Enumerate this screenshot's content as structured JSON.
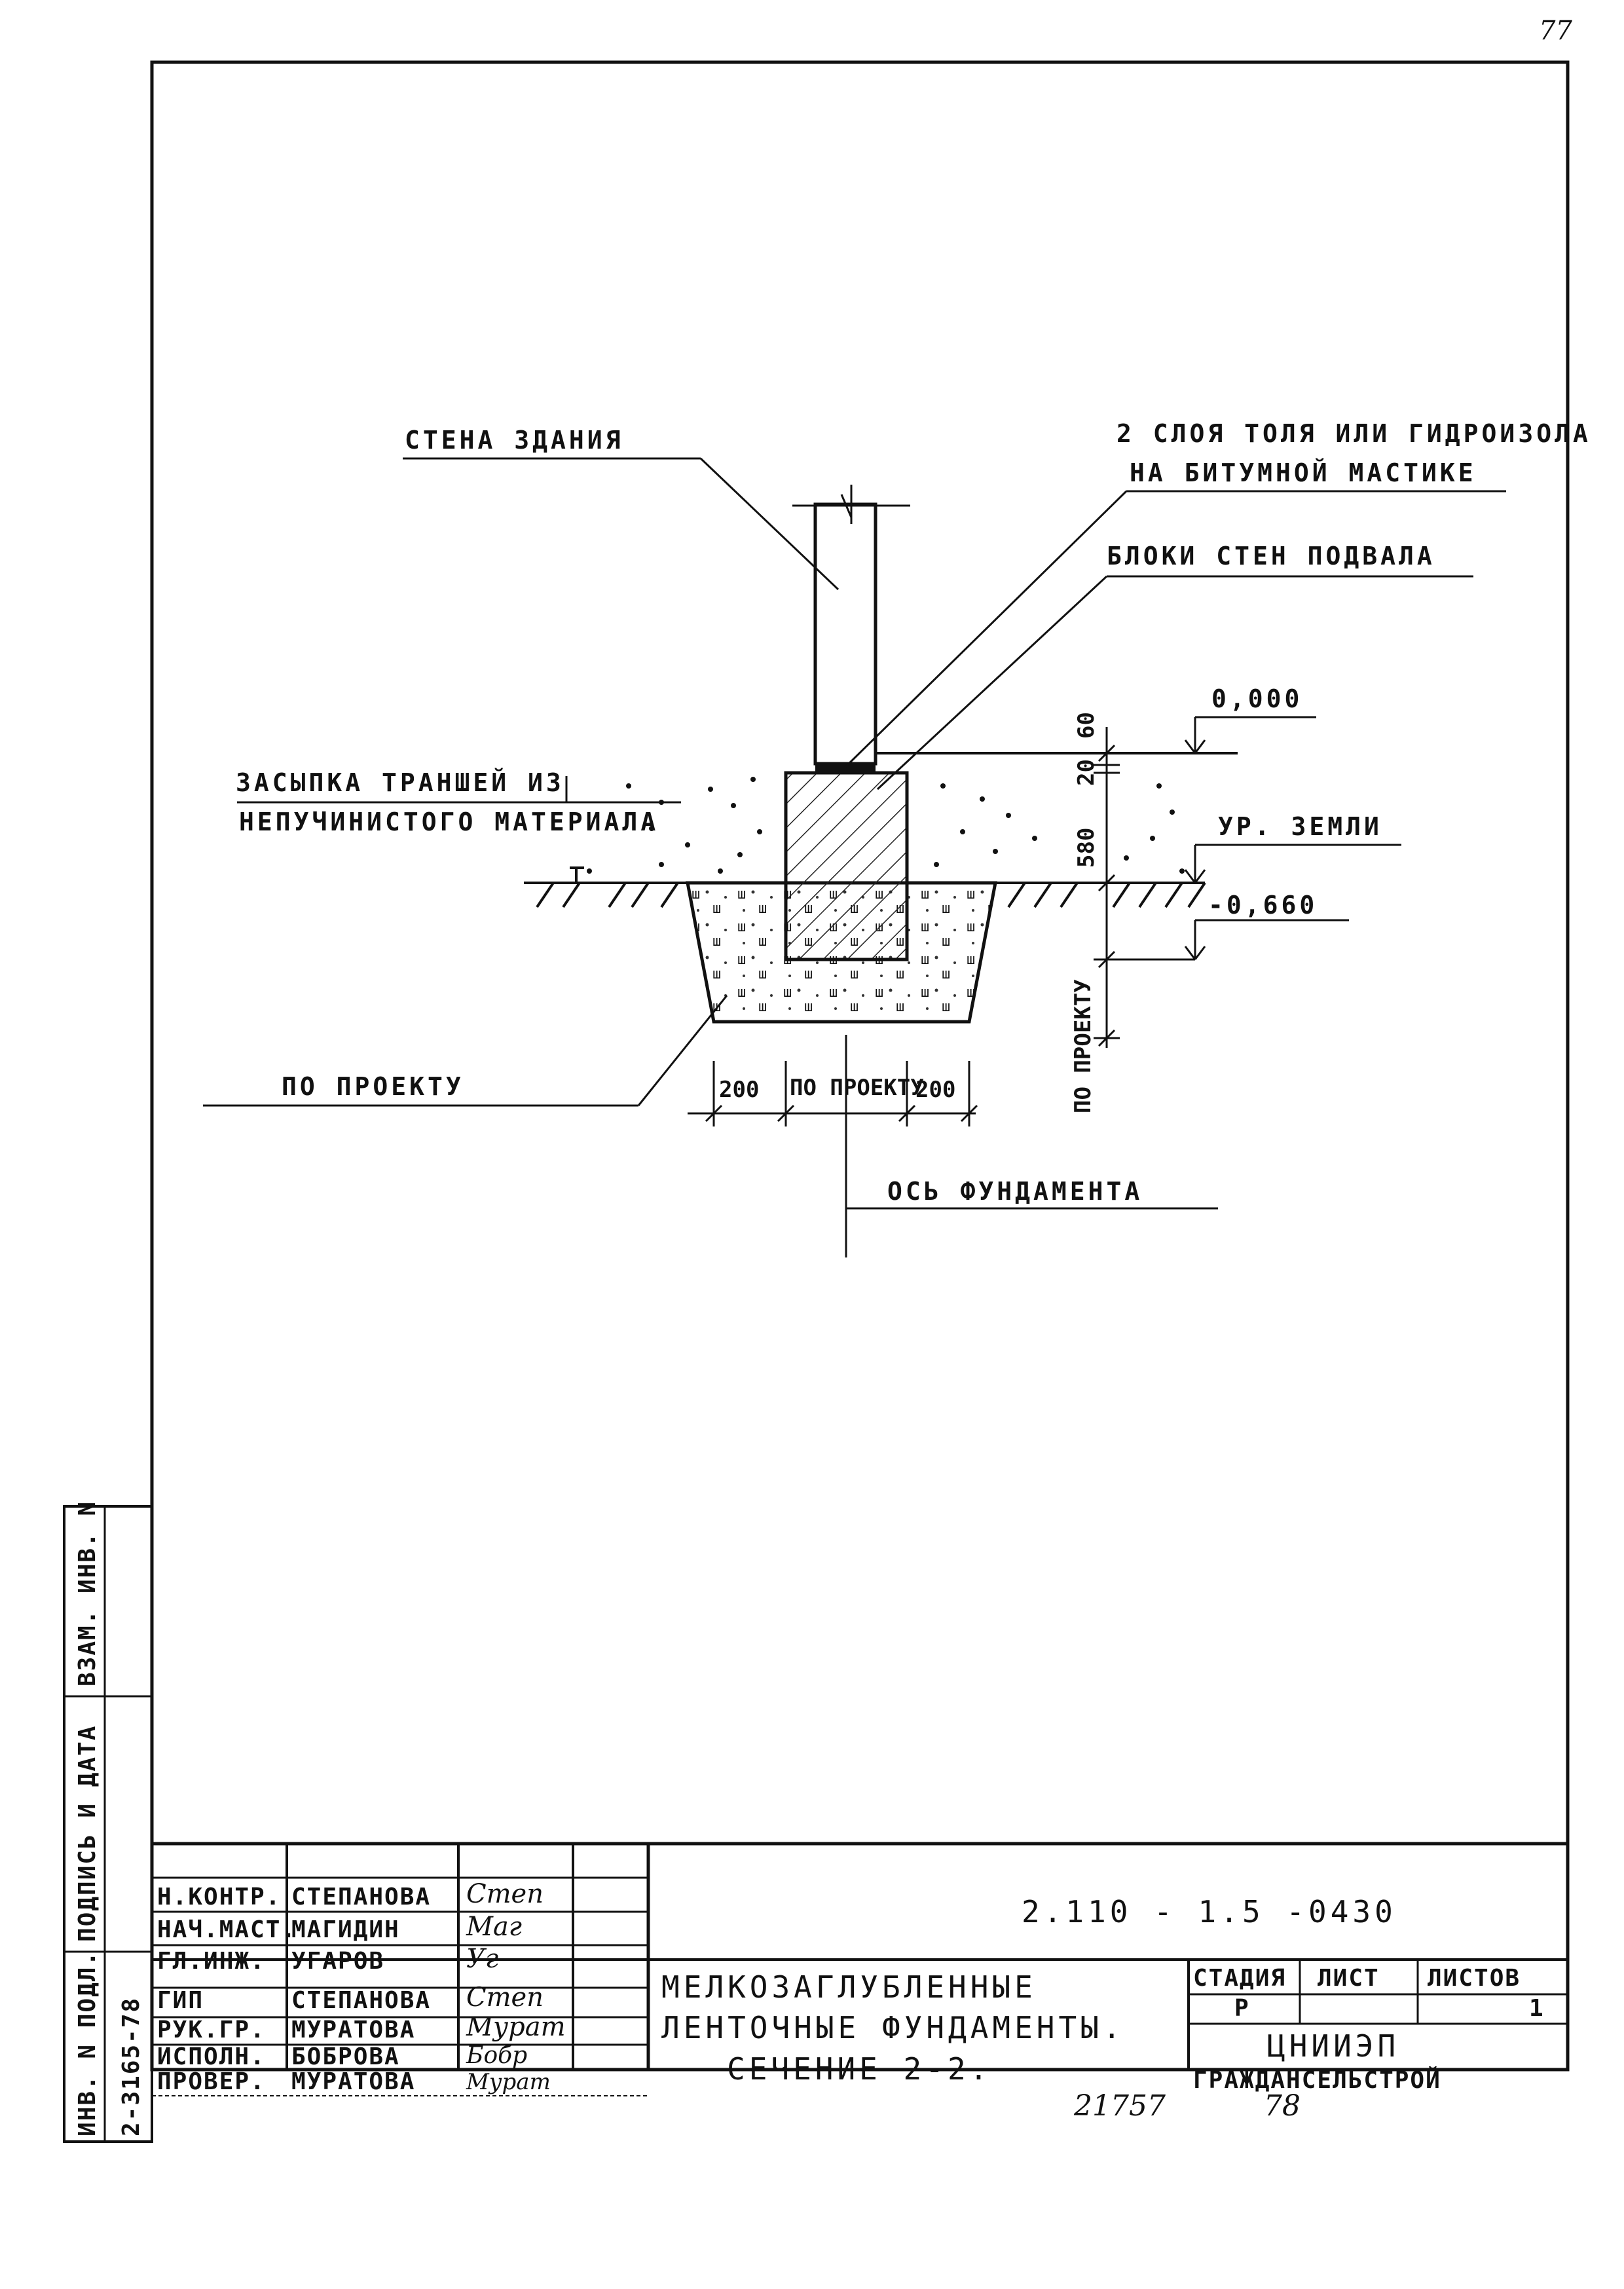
{
  "page_number": "77",
  "labels": {
    "wall": "СТЕНА ЗДАНИЯ",
    "waterproof_1": "2 СЛОЯ ТОЛЯ ИЛИ ГИДРОИЗОЛА",
    "waterproof_2": "НА БИТУМНОЙ МАСТИКЕ",
    "basement_blocks": "БЛОКИ СТЕН ПОДВАЛА",
    "level_zero": "0,000",
    "backfill_1": "ЗАСЫПКА ТРАНШЕЙ ИЗ",
    "backfill_2": "НЕПУЧИНИСТОГО МАТЕРИАЛА",
    "ground_level": "УР. ЗЕМЛИ",
    "level_minus": "-0,660",
    "by_project_left": "ПО ПРОЕКТУ",
    "by_project_vertical": "ПО ПРОЕКТУ",
    "foundation_axis": "ОСЬ ФУНДАМЕНТА"
  },
  "dimensions": {
    "d60": "60",
    "d20": "20",
    "d580": "580",
    "bottom_left": "200",
    "bottom_mid": "ПО ПРОЕКТУ",
    "bottom_right": "200"
  },
  "side_stamp": {
    "inv_podl": "ИНВ. N ПОДЛ.",
    "podpis_data": "ПОДПИСЬ И ДАТА",
    "vzam_inv": "ВЗАМ. ИНВ. N",
    "inv_number": "2-3165-78"
  },
  "title_block": {
    "doc_code": "2.110 - 1.5  -0430",
    "rows": [
      {
        "role": "Н.КОНТР.",
        "name": "СТЕПАНОВА",
        "sign": "Степ"
      },
      {
        "role": "НАЧ.МАСТ.",
        "name": "МАГИДИН",
        "sign": "Маг"
      },
      {
        "role": "ГЛ.ИНЖ.",
        "name": "УГАРОВ",
        "sign": "Уг"
      },
      {
        "role": "ГИП",
        "name": "СТЕПАНОВА",
        "sign": "Степ"
      },
      {
        "role": "РУК.ГР.",
        "name": "МУРАТОВА",
        "sign": "Мурат"
      },
      {
        "role": "ИСПОЛН.",
        "name": "БОБРОВА",
        "sign": "Бобр"
      },
      {
        "role": "ПРОВЕР.",
        "name": "МУРАТОВА",
        "sign": "Мурат"
      }
    ],
    "title_1": "МЕЛКОЗАГЛУБЛЕННЫЕ",
    "title_2": "ЛЕНТОЧНЫЕ ФУНДАМЕНТЫ.",
    "title_3": "СЕЧЕНИЕ 2-2.",
    "col_stage": "СТАДИЯ",
    "col_sheet": "ЛИСТ",
    "col_sheets": "ЛИСТОВ",
    "stage_value": "Р",
    "sheet_value": "",
    "sheets_value": "1",
    "org_1": "ЦНИИЭП",
    "org_2": "ГРАЖДАНСЕЛЬСТРОЙ"
  },
  "footer": {
    "archive_number": "21757",
    "archive_sheet": "78"
  }
}
